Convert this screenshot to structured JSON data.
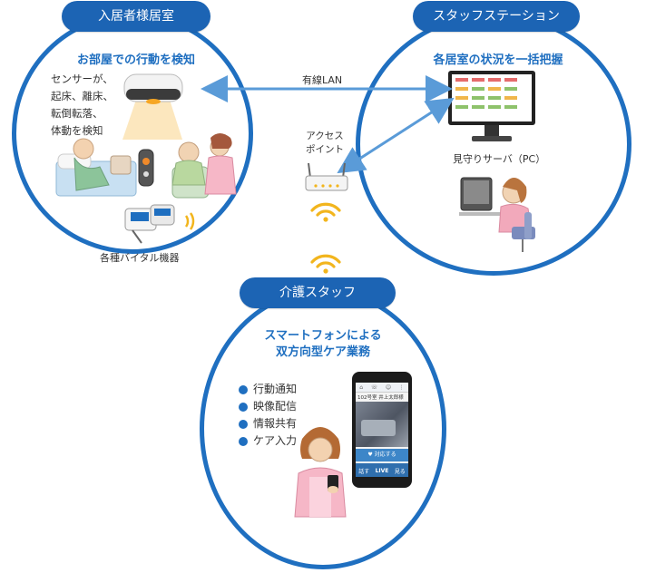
{
  "resident_room": {
    "tab_label": "入居者様居室",
    "heading": "お部屋での行動を検知",
    "sensor_text": [
      "センサーが、",
      "起床、離床、",
      "転倒転落、",
      "体動を検知"
    ],
    "vital_label": "各種バイタル機器"
  },
  "staff_station": {
    "tab_label": "スタッフステーション",
    "heading": "各居室の状況を一括把握",
    "server_label": "見守りサーバ（PC）"
  },
  "care_staff": {
    "tab_label": "介護スタッフ",
    "heading_lines": [
      "スマートフォンによる",
      "双方向型ケア業務"
    ],
    "features": [
      "行動通知",
      "映像配信",
      "情報共有",
      "ケア入力"
    ]
  },
  "network": {
    "lan_label": "有線LAN",
    "access_point_lines": [
      "アクセス",
      "ポイント"
    ]
  },
  "phone_screen": {
    "room_label": "102号室",
    "resident_name": "井上太郎様",
    "action_label": "対応する",
    "live_label": "LIVE",
    "left_label": "話す",
    "right_label": "見る"
  },
  "colors": {
    "primary_blue": "#1f6fc0",
    "pill_blue": "#1c64b4",
    "arrow_blue": "#5a9bd8",
    "wifi_yellow": "#f2b51d"
  }
}
